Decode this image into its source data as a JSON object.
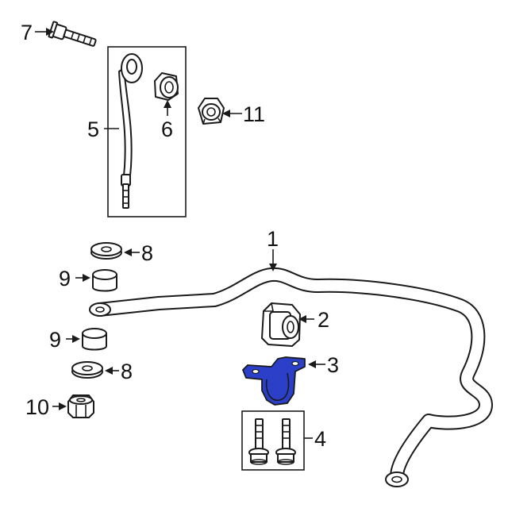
{
  "parts": {
    "p1": {
      "label": "1"
    },
    "p2": {
      "label": "2"
    },
    "p3": {
      "label": "3",
      "fill": "#2b3fc9"
    },
    "p4": {
      "label": "4"
    },
    "p5": {
      "label": "5"
    },
    "p6": {
      "label": "6"
    },
    "p7": {
      "label": "7"
    },
    "p8a": {
      "label": "8"
    },
    "p8b": {
      "label": "8"
    },
    "p9a": {
      "label": "9"
    },
    "p9b": {
      "label": "9"
    },
    "p10": {
      "label": "10"
    },
    "p11": {
      "label": "11"
    }
  },
  "colors": {
    "highlight": "#2b3fc9",
    "line": "#1a1a1a",
    "background": "#ffffff"
  }
}
